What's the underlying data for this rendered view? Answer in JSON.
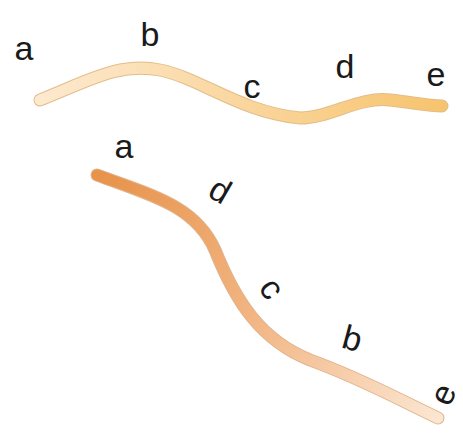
{
  "diagram": {
    "labels": [
      "a",
      "b",
      "c",
      "d",
      "e",
      "a",
      "d",
      "c",
      "b",
      "e"
    ]
  }
}
